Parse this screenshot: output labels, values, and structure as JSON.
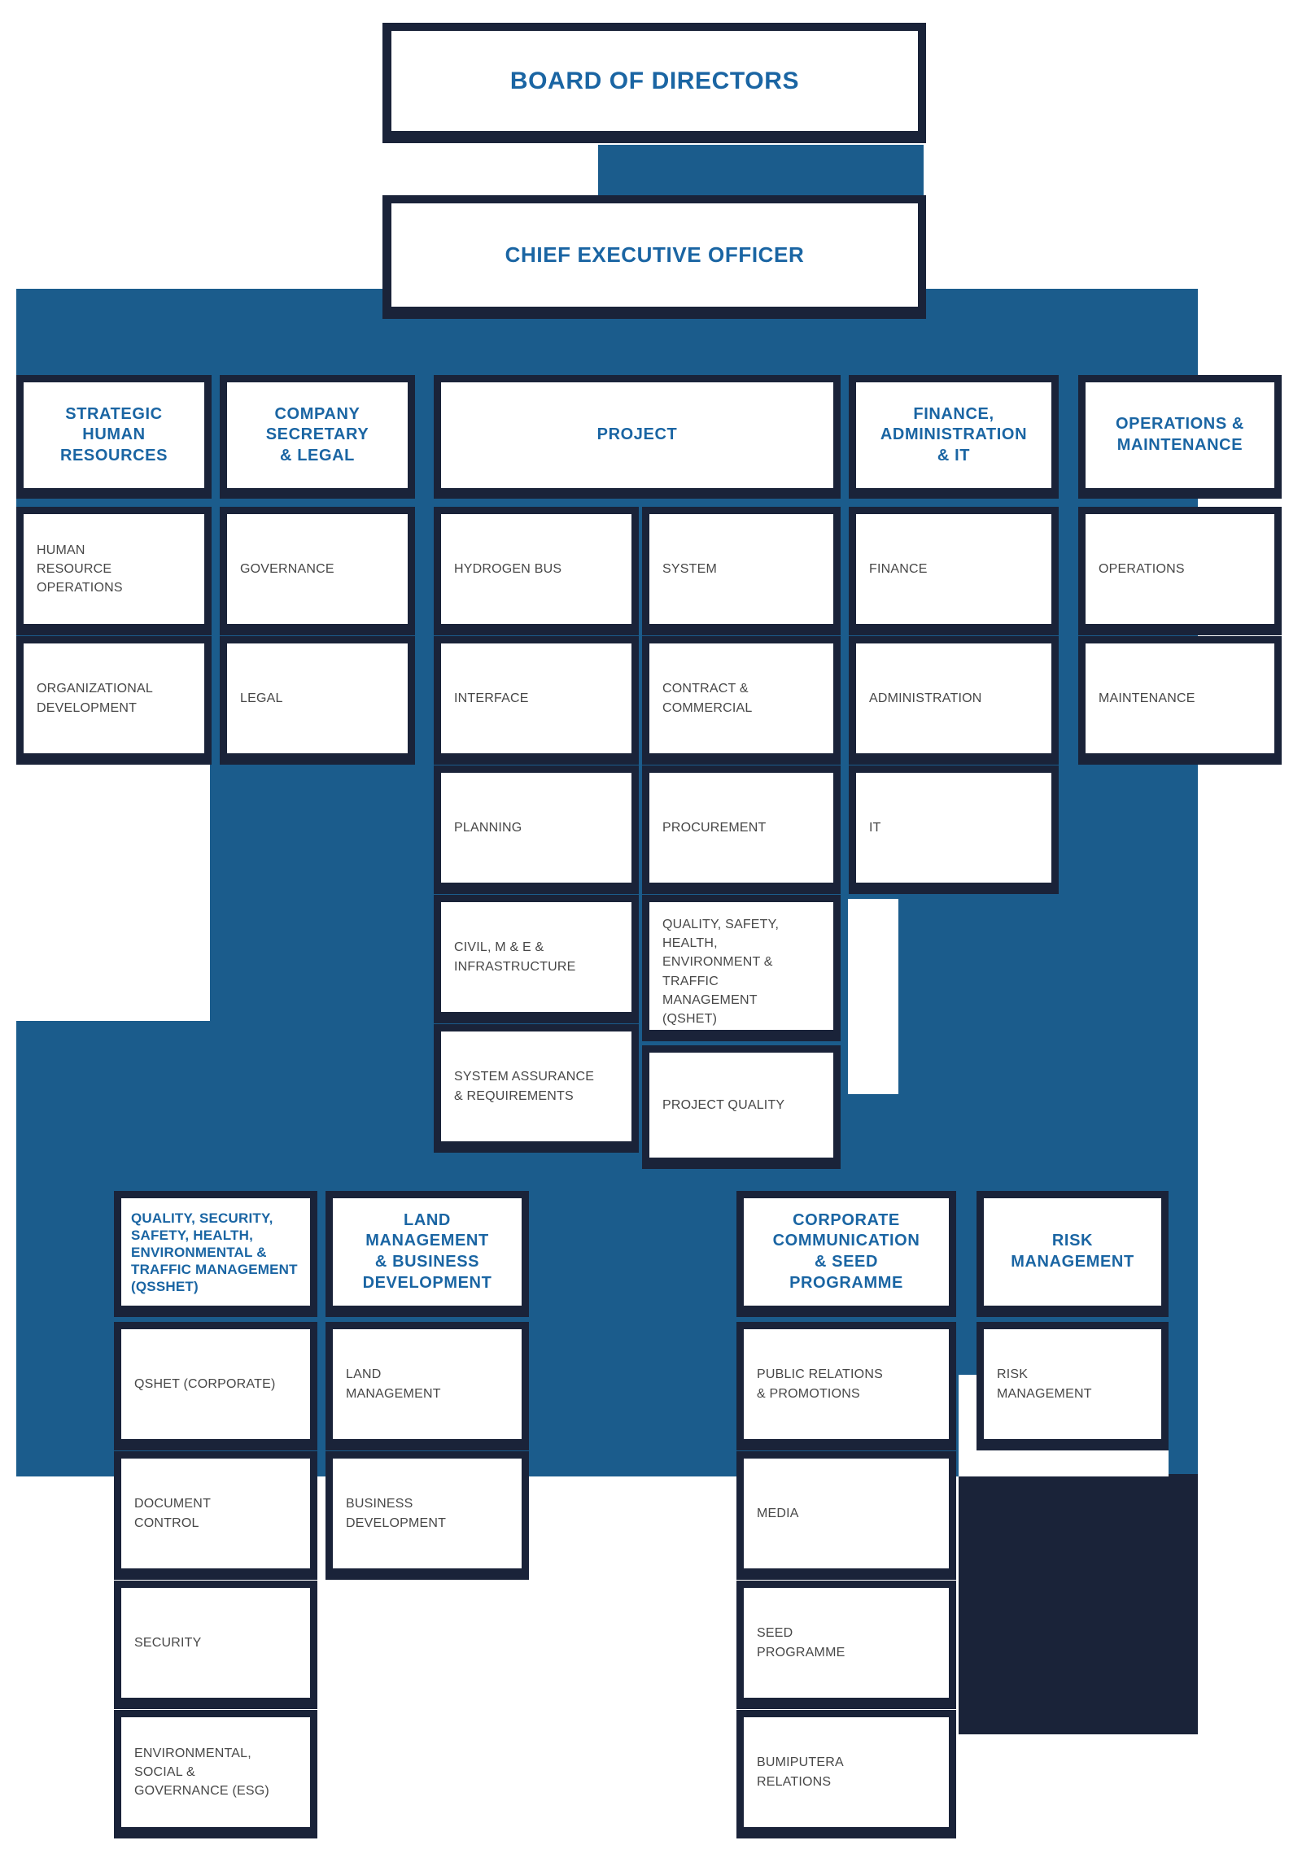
{
  "colors": {
    "brand_blue": "#1B5C8C",
    "frame_navy": "#1A2339",
    "heading_blue": "#1A65A3",
    "body_grey": "#474747",
    "white": "#FFFFFF"
  },
  "top": {
    "board": "BOARD OF DIRECTORS",
    "ceo": "CHIEF EXECUTIVE OFFICER"
  },
  "departments": [
    {
      "id": "strategic-human-resources",
      "title": "STRATEGIC\nHUMAN\nRESOURCES",
      "units": [
        "HUMAN\nRESOURCE\nOPERATIONS",
        "ORGANIZATIONAL\nDEVELOPMENT"
      ]
    },
    {
      "id": "company-secretary-legal",
      "title": "COMPANY\nSECRETARY\n& LEGAL",
      "units": [
        "GOVERNANCE",
        "LEGAL"
      ]
    },
    {
      "id": "project",
      "title": "PROJECT",
      "units_left": [
        "HYDROGEN BUS",
        "INTERFACE",
        "PLANNING",
        "CIVIL, M & E &\nINFRASTRUCTURE",
        "SYSTEM ASSURANCE\n& REQUIREMENTS"
      ],
      "units_right": [
        "SYSTEM",
        "CONTRACT &\nCOMMERCIAL",
        "PROCUREMENT",
        "QUALITY, SAFETY,\nHEALTH,\nENVIRONMENT &\nTRAFFIC\nMANAGEMENT\n(QSHET)",
        "PROJECT QUALITY"
      ]
    },
    {
      "id": "finance-administration-it",
      "title": "FINANCE,\nADMINISTRATION\n& IT",
      "units": [
        "FINANCE",
        "ADMINISTRATION",
        "IT"
      ]
    },
    {
      "id": "operations-maintenance",
      "title": "OPERATIONS &\nMAINTENANCE",
      "units": [
        "OPERATIONS",
        "MAINTENANCE"
      ]
    }
  ],
  "bottom_departments": [
    {
      "id": "qsshet",
      "title": "QUALITY, SECURITY,\nSAFETY, HEALTH,\nENVIRONMENTAL &\nTRAFFIC MANAGEMENT\n(QSSHET)",
      "units": [
        "QSHET (CORPORATE)",
        "DOCUMENT\nCONTROL",
        "SECURITY",
        "ENVIRONMENTAL,\nSOCIAL &\nGOVERNANCE (ESG)"
      ]
    },
    {
      "id": "land-management-business-development",
      "title": "LAND\nMANAGEMENT\n& BUSINESS\nDEVELOPMENT",
      "units": [
        "LAND\nMANAGEMENT",
        "BUSINESS\nDEVELOPMENT"
      ]
    },
    {
      "id": "corporate-communication-seed-programme",
      "title": "CORPORATE\nCOMMUNICATION\n& SEED\nPROGRAMME",
      "units": [
        "PUBLIC RELATIONS\n& PROMOTIONS",
        "MEDIA",
        "SEED\nPROGRAMME",
        "BUMIPUTERA\nRELATIONS"
      ]
    },
    {
      "id": "risk-management",
      "title": "RISK\nMANAGEMENT",
      "units": [
        "RISK\nMANAGEMENT"
      ]
    }
  ]
}
